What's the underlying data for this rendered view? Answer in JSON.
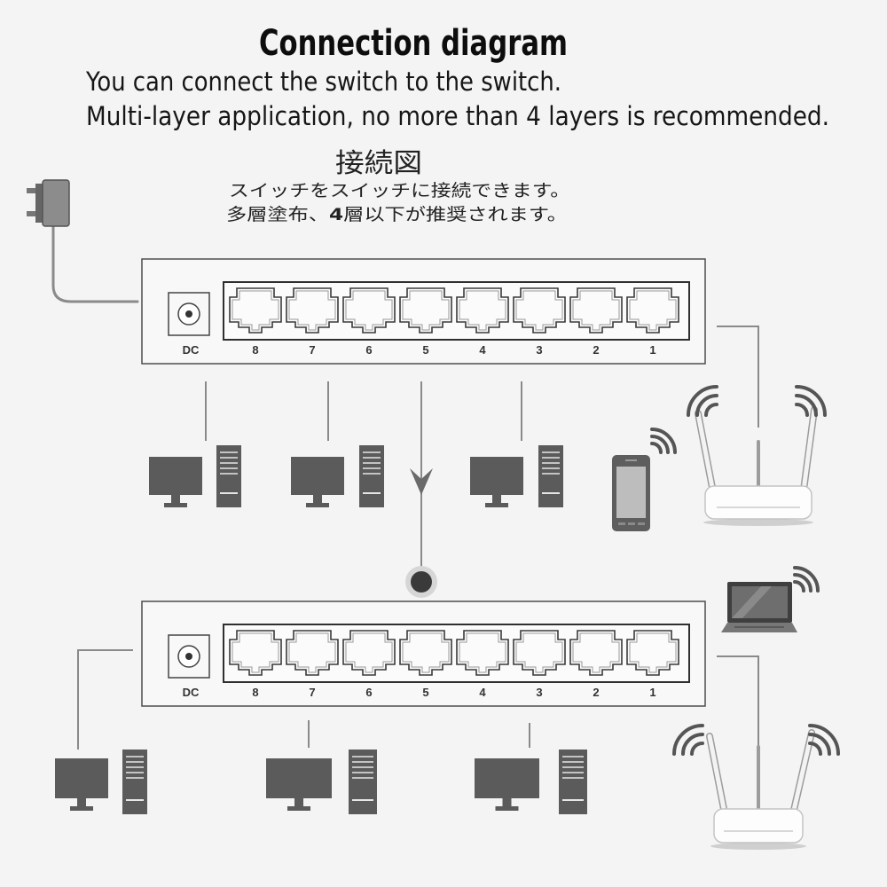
{
  "title": "Connection diagram",
  "description_en": {
    "line1": "You can connect the switch to the switch.",
    "line2": "Multi-layer application, no more than 4 layers is recommended."
  },
  "title_ja": "接続図",
  "description_ja": {
    "line1": "スイッチをスイッチに接続できます。",
    "line2_parts": [
      "多層塗布、",
      "4",
      "層以下が推奨されます。"
    ]
  },
  "switches": [
    {
      "power_port_label": "DC",
      "port_labels": [
        "8",
        "7",
        "6",
        "5",
        "4",
        "3",
        "2",
        "1"
      ]
    },
    {
      "power_port_label": "DC",
      "port_labels": [
        "8",
        "7",
        "6",
        "5",
        "4",
        "3",
        "2",
        "1"
      ]
    }
  ],
  "icons": {
    "power": "power-adapter-icon",
    "desktop": "desktop-computer-icon",
    "phone": "smartphone-icon",
    "laptop": "laptop-icon",
    "router": "wireless-router-icon",
    "wifi": "wifi-signal-icon",
    "uplink": "arrow-down-icon",
    "port": "rj45-port-icon"
  },
  "colors": {
    "background": "#f4f4f4",
    "text": "#111111",
    "device": "#5b5b5b",
    "line": "#8a8a8a",
    "outline": "#3a3a3a"
  }
}
